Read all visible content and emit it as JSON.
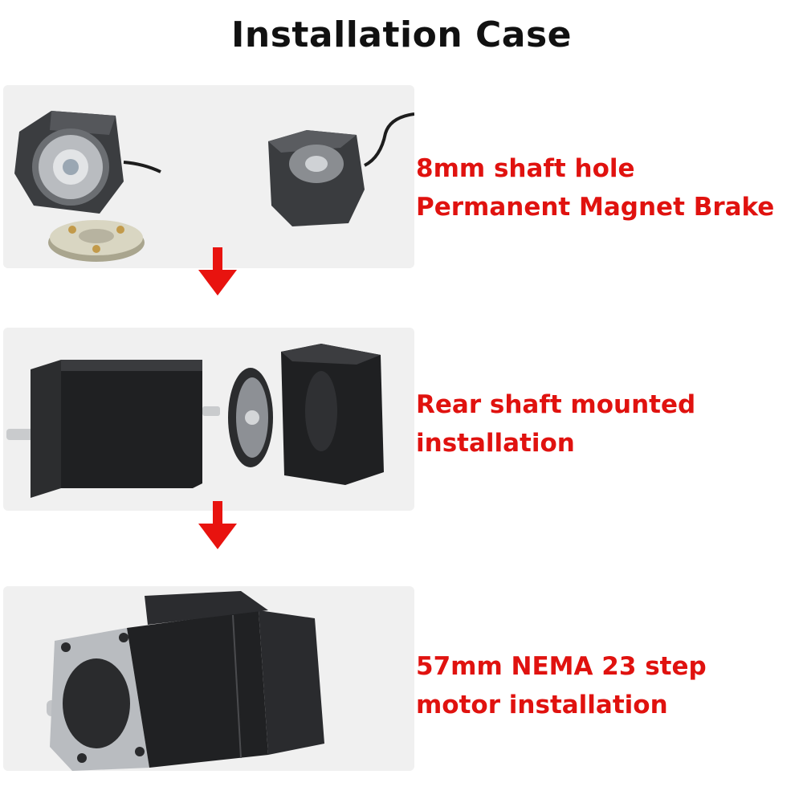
{
  "page": {
    "title": "Installation Case"
  },
  "steps": [
    {
      "line1": "8mm shaft hole",
      "line2": "Permanent Magnet Brake"
    },
    {
      "line1": "Rear shaft mounted",
      "line2": "installation"
    },
    {
      "line1": "57mm NEMA 23  step",
      "line2": "motor installation"
    }
  ],
  "colors": {
    "caption": "#e0120f",
    "arrow": "#e8130f",
    "panel": "#f0f0f0"
  }
}
